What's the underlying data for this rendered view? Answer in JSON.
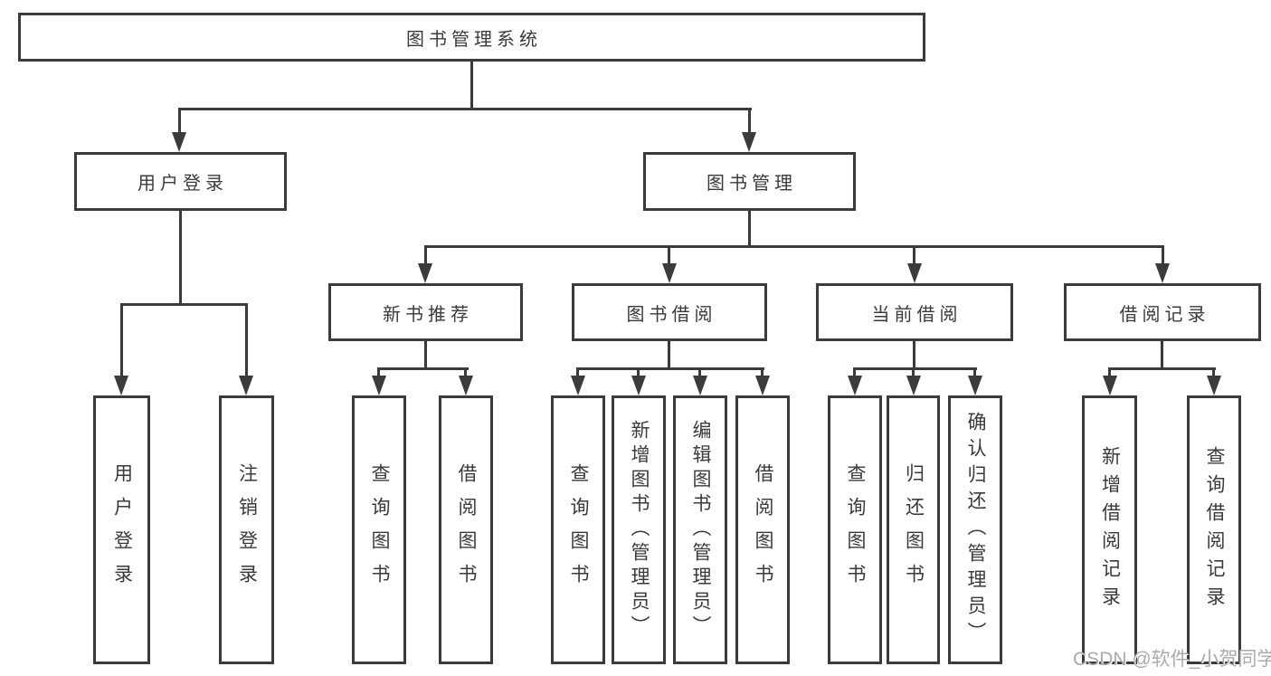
{
  "diagram": {
    "root": "图书管理系统",
    "level2": [
      "用户登录",
      "图书管理"
    ],
    "level3": [
      "新书推荐",
      "图书借阅",
      "当前借阅",
      "借阅记录"
    ],
    "leaves": [
      "用户登录",
      "注销登录",
      "查询图书",
      "借阅图书",
      "查询图书",
      "新增图书（管理员）",
      "编辑图书（管理员）",
      "借阅图书",
      "查询图书",
      "归还图书",
      "确认归还（管理员）",
      "新增借阅记录",
      "查询借阅记录"
    ]
  },
  "watermark": "CSDN @软件_小贺同学",
  "colors": {
    "line": "#3b3b3b",
    "text": "#3a3a3a",
    "watermark": "#ababab",
    "background": "#ffffff"
  }
}
